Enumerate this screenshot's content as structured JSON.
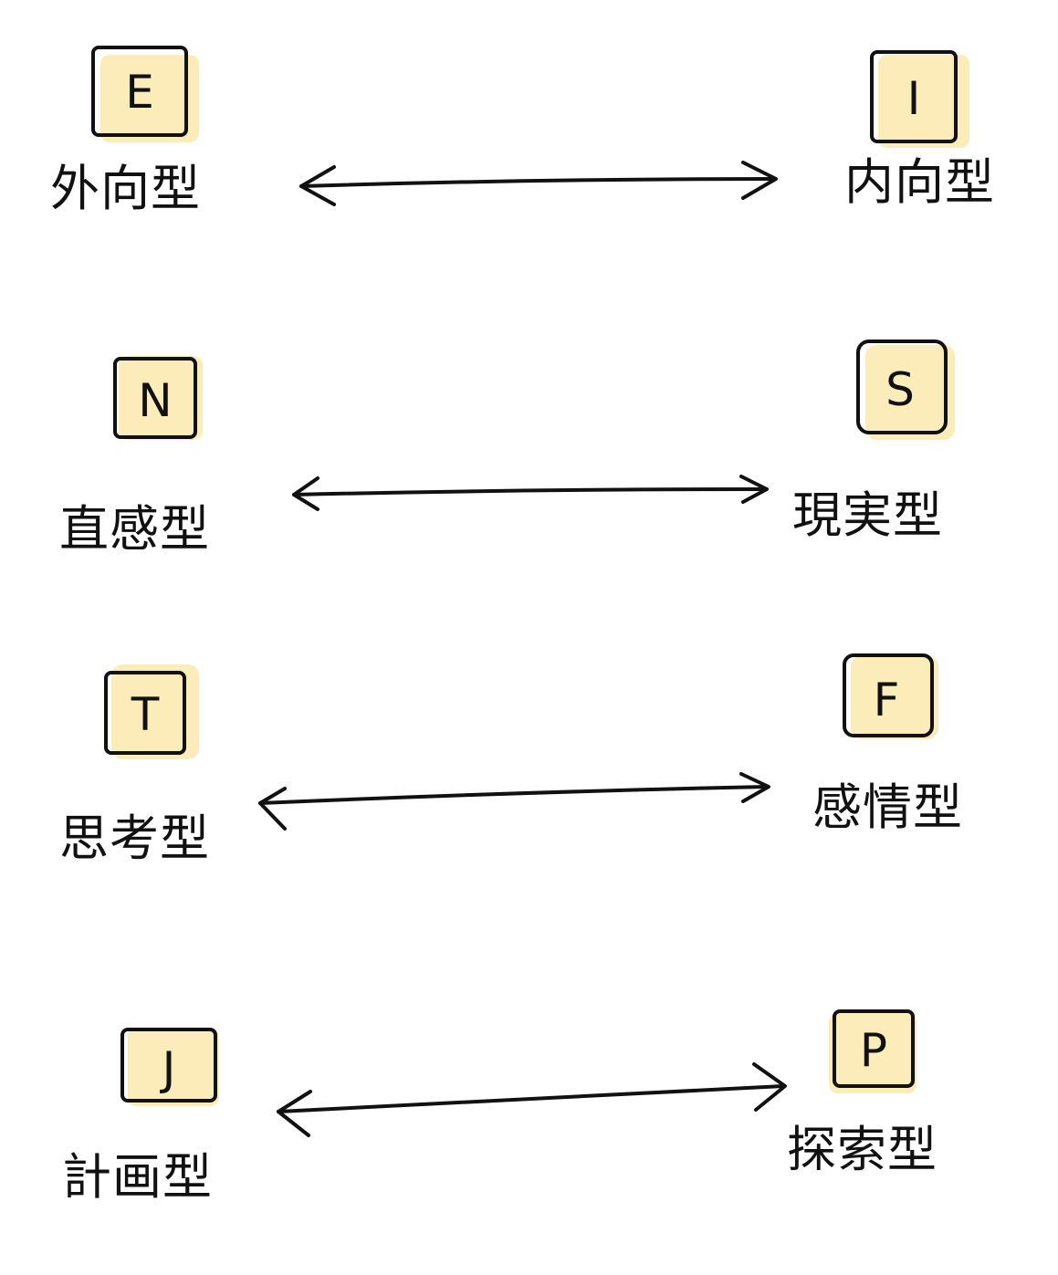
{
  "colors": {
    "highlight": "#FBEBB6",
    "ink": "#111111",
    "background": "#ffffff"
  },
  "pairs": [
    {
      "left": {
        "letter": "E",
        "label": "外向型"
      },
      "right": {
        "letter": "I",
        "label": "内向型"
      }
    },
    {
      "left": {
        "letter": "N",
        "label": "直感型"
      },
      "right": {
        "letter": "S",
        "label": "現実型"
      }
    },
    {
      "left": {
        "letter": "T",
        "label": "思考型"
      },
      "right": {
        "letter": "F",
        "label": "感情型"
      }
    },
    {
      "left": {
        "letter": "J",
        "label": "計画型"
      },
      "right": {
        "letter": "P",
        "label": "探索型"
      }
    }
  ]
}
